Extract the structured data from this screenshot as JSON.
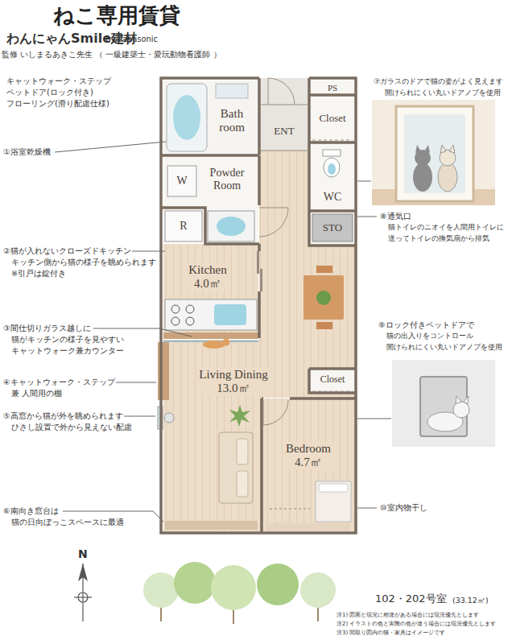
{
  "diagram": {
    "title": "ねこ専用賃貸",
    "nodes": [
      {
        "text": [
          "Bath room"
        ]
      },
      {
        "text": [
          "ENT"
        ]
      },
      {
        "text": [
          "PS"
        ]
      },
      {
        "text": [
          "Closet"
        ]
      },
      {
        "text": [
          "Powder Room"
        ]
      },
      {
        "text": [
          "W"
        ],
        "in": 4
      },
      {
        "text": [
          "WC"
        ]
      },
      {
        "text": [
          "R"
        ]
      },
      {
        "text": [
          "STO"
        ]
      },
      {
        "text": [
          "Kitchen",
          "4.0㎡"
        ]
      },
      {
        "text": [
          "Living Dining",
          "13.0㎡"
        ]
      },
      {
        "text": [
          "Closet"
        ]
      },
      {
        "text": [
          "Bedroom",
          "4.7㎡"
        ]
      }
    ],
    "labels": [
      "わんにゃんSmile建材",
      "by Panasonic",
      "監修 いしまるあきこ先生 （ 一級建築士・愛玩動物看護師 ）",
      "キャットウォーク・ステップ",
      "ペットドア(ロック付き)",
      "フローリング(滑り配慮仕様)",
      "①浴室乾燥機",
      "②猫が入れないクローズドキッチン",
      "キッチン側から猫の様子を眺められます",
      "※引戸は錠付き",
      "③間仕切りガラス越しに",
      "猫がキッチンの様子を見やすい",
      "キャットウォーク兼カウンター",
      "④キャットウォーク・ステップ",
      "兼 人間用の棚",
      "⑤高窓から猫が外を眺められます",
      "ひさし設置で外から見えない配慮",
      "⑥南向き窓台は",
      "猫の日向ぼっこスペースに最適",
      "⑦ガラスのドアで猫の姿がよく見えます",
      "開けられにくい丸いドアノブを使用",
      "⑧通気口",
      "猫トイレのニオイを人間用トイレに",
      "送ってトイレの換気扇から排気",
      "⑨ロック付きペットドアで",
      "猫の出入りをコントロール",
      "開けられにくい丸いドアノブを使用",
      "⑩室内物干し",
      "N",
      "102・202号室",
      "(33.12㎡)",
      "注1) 図面と現況に相違がある場合には現況優先とします",
      "注2) イラストの色と実際の色が違う場合には現況優先とします",
      "注3) 間取り図内の猫・家具はイメージです"
    ]
  }
}
